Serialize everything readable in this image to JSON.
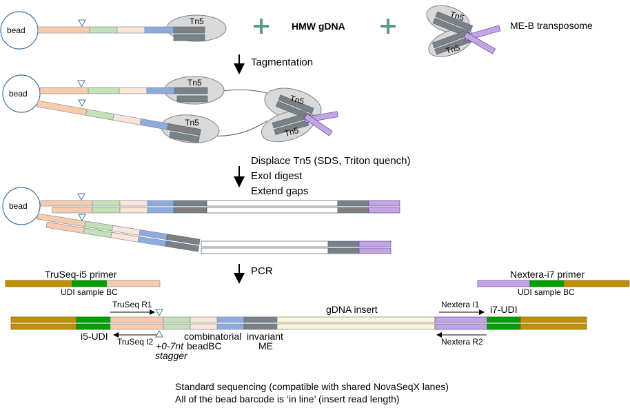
{
  "labels": {
    "bead": "bead",
    "tn5": "Tn5",
    "hmw_gdna": "HMW gDNA",
    "me_b_transposome": "ME-B transposome",
    "step_tagmentation": "Tagmentation",
    "step_displace": "Displace Tn5 (SDS, Triton quench)",
    "step_exoi": "ExoI digest",
    "step_extend": "Extend gaps",
    "step_pcr": "PCR",
    "truseq_i5_primer": "TruSeq-i5 primer",
    "nextera_i7_primer": "Nextera-i7 primer",
    "udi_sample_bc": "UDI sample BC",
    "truseq_r1": "TruSeq R1",
    "truseq_i2": "TruSeq I2",
    "gdna_insert": "gDNA insert",
    "nextera_i1": "Nextera I1",
    "nextera_r2": "Nextera R2",
    "i7_udi": "i7-UDI",
    "i5_udi": "i5-UDI",
    "stagger_line1": "+0-7nt",
    "stagger_line2": "stagger",
    "combinatorial_line1": "combinatorial",
    "combinatorial_line2": "beadBC",
    "invariant_line1": "invariant",
    "invariant_line2": "ME"
  },
  "footer": {
    "line1": "Standard sequencing (compatible with shared NovaSeqX lanes)",
    "line2": "All of the bead barcode is ‘in line’ (insert read length)"
  },
  "colors": {
    "peach": "#f8cbad",
    "green_light": "#c5e0b4",
    "cream": "#fbe5d6",
    "blue": "#8faadc",
    "gray_dark": "#7f7f7f",
    "purple": "#c3a5e6",
    "olive": "#bf9000",
    "green_dark": "#00a000",
    "insert": "#fff5dc",
    "tn5_fill": "#d9d9d9",
    "cross_green": "#5b9b8a"
  }
}
